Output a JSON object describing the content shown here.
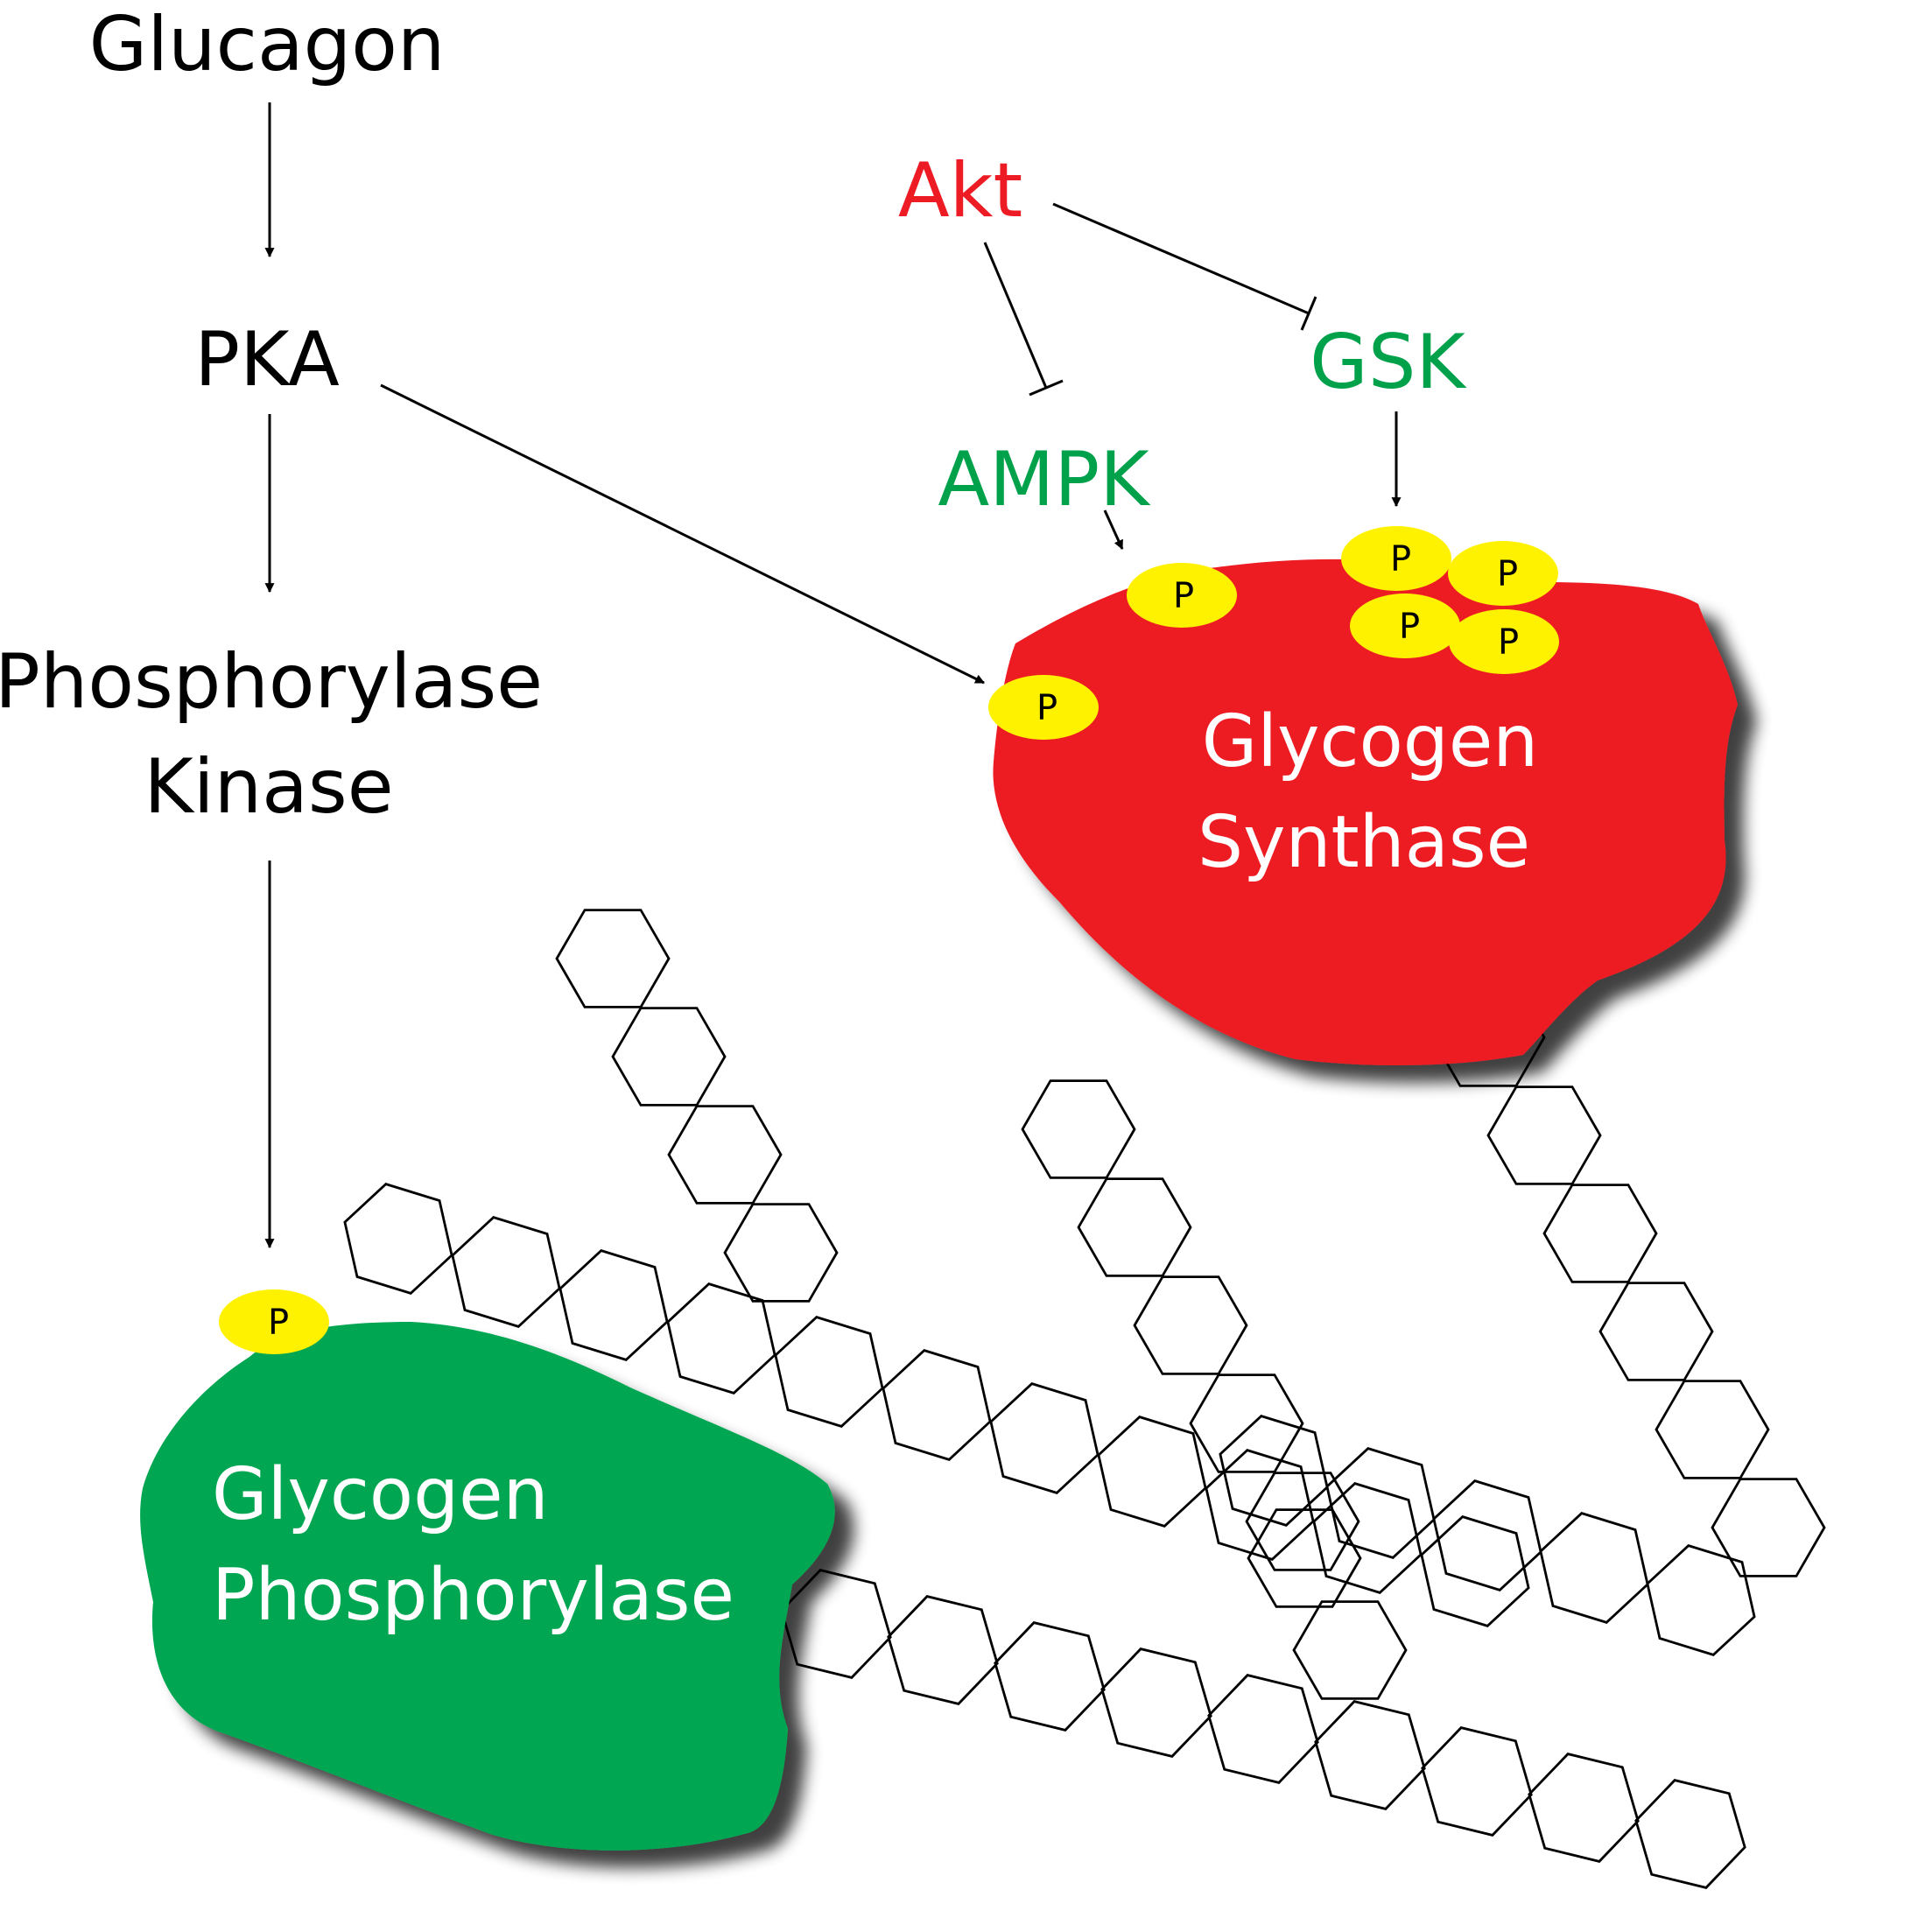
{
  "labels": {
    "glucagon": "Glucagon",
    "pka": "PKA",
    "phosphorylase_kinase": [
      "Phosphorylase",
      "Kinase"
    ],
    "akt": "Akt",
    "ampk": "AMPK",
    "gsk": "GSK",
    "glycogen_synthase": [
      "Glycogen",
      "Synthase"
    ],
    "glycogen_phosphorylase": [
      "Glycogen",
      "Phosphorylase"
    ],
    "phosphate": "P"
  },
  "colors": {
    "text": "#000000",
    "akt": "#ED1C24",
    "inhibited_kinases": "#00A14B",
    "glycogen_synthase": "#ED1C24",
    "glycogen_phosphorylase": "#00A651",
    "phosphate": "#FFF200",
    "enzyme_label": "#FFFFFF"
  }
}
